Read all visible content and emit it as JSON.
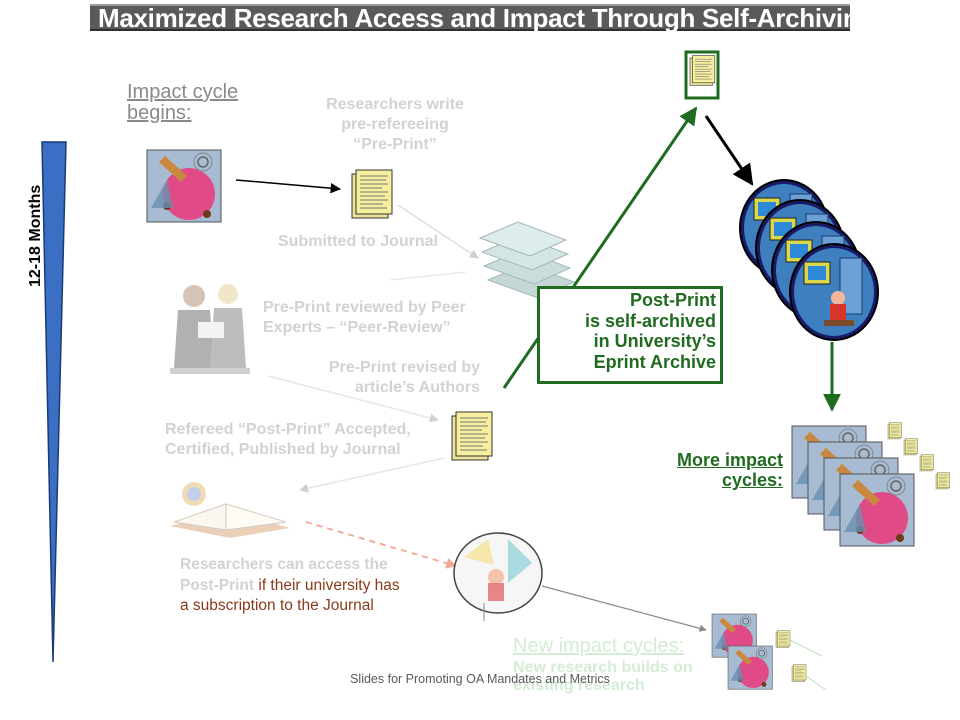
{
  "title": "Maximized Research Access and Impact Through Self-Archiving",
  "timeline_label": "12-18 Months",
  "labels": {
    "impact_begins": [
      "Impact cycle",
      "begins:"
    ],
    "researchers_write": [
      "Researchers write",
      "pre-refereeing",
      "“Pre-Print”"
    ],
    "submitted": "Submitted to Journal",
    "peer_review": [
      "Pre-Print reviewed by Peer",
      "Experts – “Peer-Review”"
    ],
    "revised": [
      "Pre-Print revised by",
      "article’s Authors"
    ],
    "accepted": [
      "Refereed “Post-Print” Accepted,",
      "Certified, Published by Journal"
    ],
    "access_faded": "Researchers can access the Post-Print",
    "access_dark": " if their university has a subscription to the Journal",
    "new_cycles": "New impact cycles:",
    "new_cycles_sub": "New research builds on existing research",
    "post_print_box": [
      "Post-Print",
      "is self-archived",
      "in University’s",
      "Eprint Archive"
    ],
    "more_impact": [
      "More impact",
      "cycles:"
    ]
  },
  "footer": "Slides for Promoting OA Mandates and Metrics",
  "colors": {
    "title_bg": "#5a5a5a",
    "accent_green": "#1f6b1f",
    "timeline_blue": "#3a6fc4",
    "faded_text": "#d2d2d2"
  }
}
